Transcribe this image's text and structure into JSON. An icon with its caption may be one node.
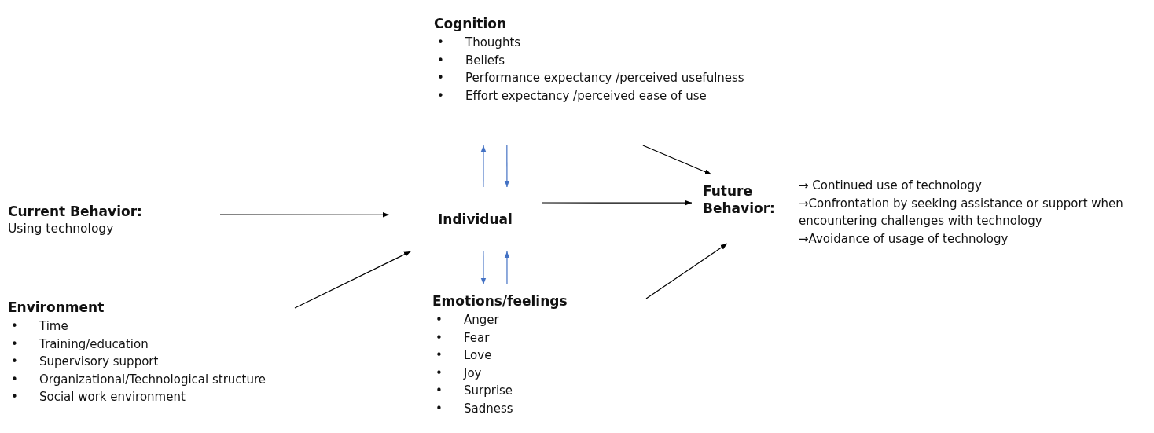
{
  "diagram": {
    "nodes": [
      {
        "text": [
          "Cognition",
          "•\tThoughts",
          "•\tBeliefs",
          "•\tPerformance expectancy /perceived usefulness",
          "•\tEffort expectancy /perceived ease of use"
        ]
      },
      {
        "text": [
          "Current Behavior:",
          "Using technology"
        ]
      },
      {
        "text": [
          "Individual"
        ]
      },
      {
        "text": [
          "Future Behavior:"
        ]
      },
      {
        "text": [
          "Environment",
          "•\tTime",
          "•\tTraining/education",
          "•\tSupervisory support",
          "•\tOrganizational/Technological structure",
          "•\tSocial work environment"
        ]
      },
      {
        "text": [
          "Emotions/feelings",
          "•\tAnger",
          "•\tFear",
          "•\tLove",
          "•\tJoy",
          "•\tSurprise",
          "•\tSadness"
        ]
      }
    ],
    "edges": [
      {
        "from": 1,
        "to": 2,
        "arrow": "to"
      },
      {
        "from": 4,
        "to": 2,
        "arrow": "to"
      },
      {
        "from": 2,
        "to": 0,
        "arrow": "to",
        "color": "#4472c4"
      },
      {
        "from": 0,
        "to": 2,
        "arrow": "to",
        "color": "#4472c4"
      },
      {
        "from": 2,
        "to": 5,
        "arrow": "to",
        "color": "#4472c4"
      },
      {
        "from": 5,
        "to": 2,
        "arrow": "to",
        "color": "#4472c4"
      },
      {
        "from": 0,
        "to": 3,
        "arrow": "to"
      },
      {
        "from": 2,
        "to": 3,
        "arrow": "to"
      },
      {
        "from": 5,
        "to": 3,
        "arrow": "to"
      }
    ],
    "labels": [
      "→ Continued use of technology",
      "→Confrontation by seeking assistance or support when encountering challenges with technology",
      "→Avoidance of usage of technology"
    ]
  }
}
